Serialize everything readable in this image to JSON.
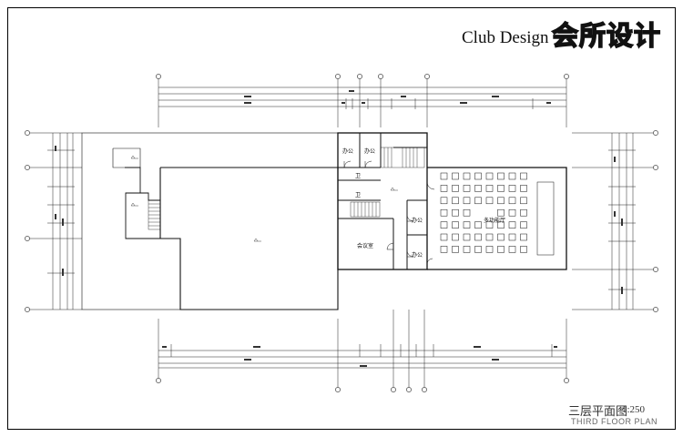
{
  "title": {
    "english": "Club Design",
    "chinese": "会所设计"
  },
  "plan_title": {
    "chinese": "三层平面图",
    "scale": "1:250",
    "english": "THIRD FLOOR PLAN"
  },
  "rooms": {
    "office_1": "办公",
    "office_2": "办公",
    "office_3": "办公",
    "office_4": "办公",
    "toilet_1": "卫",
    "toilet_2": "卫",
    "meeting_room": "会议室",
    "multifunction_hall": "多功能厅"
  }
}
